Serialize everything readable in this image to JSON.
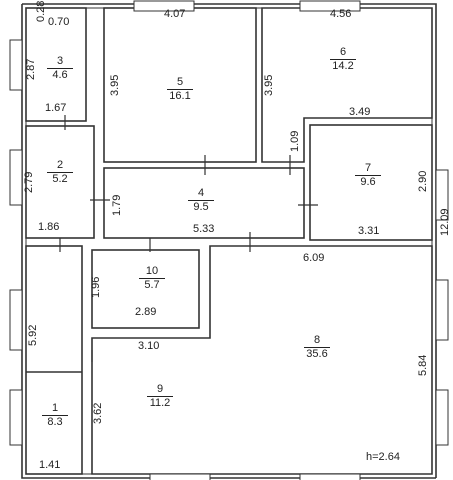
{
  "rooms": [
    {
      "number": "1",
      "area": "8.3"
    },
    {
      "number": "2",
      "area": "5.2"
    },
    {
      "number": "3",
      "area": "4.6"
    },
    {
      "number": "4",
      "area": "9.5"
    },
    {
      "number": "5",
      "area": "16.1"
    },
    {
      "number": "6",
      "area": "14.2"
    },
    {
      "number": "7",
      "area": "9.6"
    },
    {
      "number": "8",
      "area": "35.6"
    },
    {
      "number": "9",
      "area": "11.2"
    },
    {
      "number": "10",
      "area": "5.7"
    }
  ],
  "dimensions": {
    "d028": "0.28",
    "d070": "0.70",
    "d407": "4.07",
    "d456": "4.56",
    "d287": "2.87",
    "d395a": "3.95",
    "d395b": "3.95",
    "d167": "1.67",
    "d349": "3.49",
    "d109": "1.09",
    "d279": "2.79",
    "d290": "2.90",
    "d179": "1.79",
    "d186": "1.86",
    "d533": "5.33",
    "d331": "3.31",
    "d609": "6.09",
    "d196": "1.96",
    "d289": "2.89",
    "d592": "5.92",
    "d310": "3.10",
    "d584": "5.84",
    "d362": "3.62",
    "d141": "1.41",
    "d1209": "12.09"
  },
  "ceiling_height": "h=2.64"
}
